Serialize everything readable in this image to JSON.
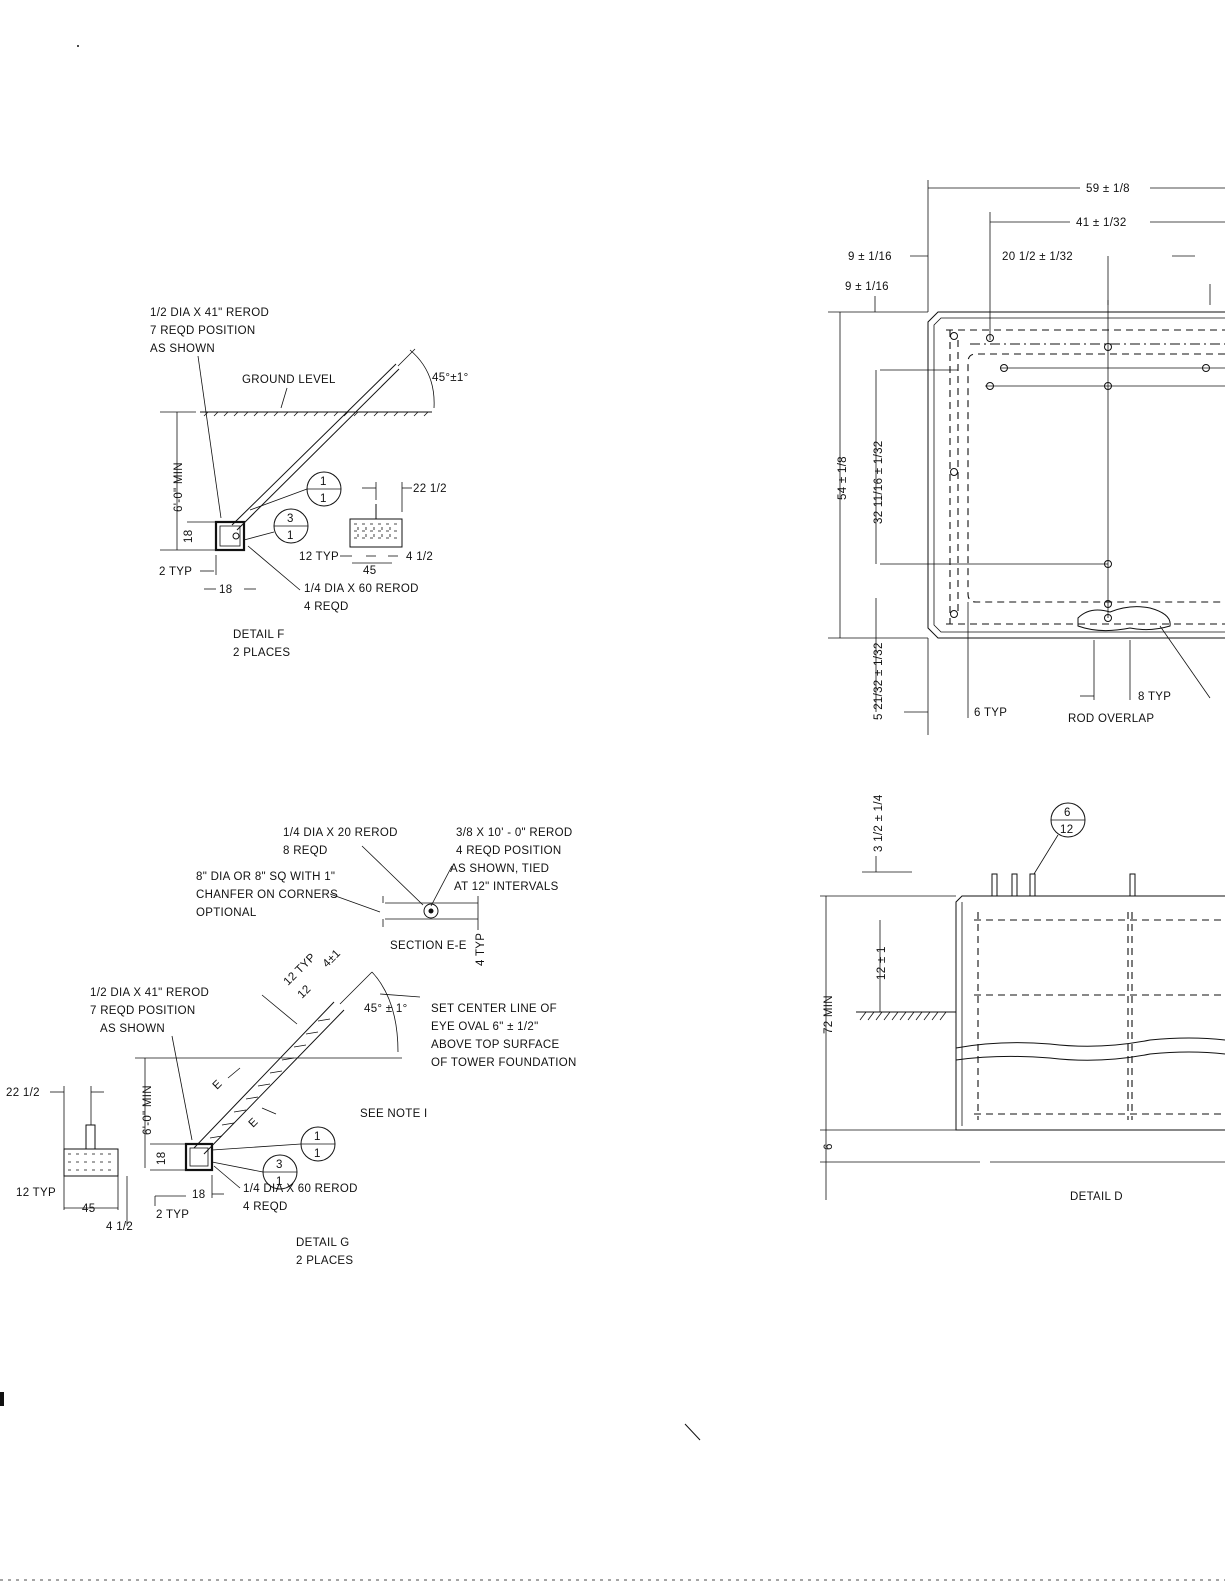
{
  "detail_f": {
    "rerod_note_1": "1/2 DIA X 41\" REROD",
    "rerod_note_2": "7 REQD POSITION",
    "rerod_note_3": "AS SHOWN",
    "ground_level": "GROUND LEVEL",
    "angle": "45°±1°",
    "depth": "6'-0\" MIN",
    "block_dim": "18",
    "bubble_1_top": "1",
    "bubble_1_bottom": "1",
    "bubble_2_top": "3",
    "bubble_2_bottom": "1",
    "dim_22": "22 1/2",
    "dim_12_typ": "12 TYP",
    "dim_4_half": "4 1/2",
    "dim_45": "45",
    "dim_2_typ": "2 TYP",
    "dim_18": "18",
    "rerod2_1": "1/4 DIA X 60 REROD",
    "rerod2_2": "4 REQD",
    "title": "DETAIL F",
    "places": "2 PLACES"
  },
  "detail_g": {
    "rerod_a_1": "1/4 DIA X 20 REROD",
    "rerod_a_2": "8 REQD",
    "rerod_b_1": "3/8 X 10' - 0\" REROD",
    "rerod_b_2": "4 REQD POSITION",
    "rerod_b_3": "AS SHOWN, TIED",
    "rerod_b_4": "AT 12\" INTERVALS",
    "chamfer_1": "8\" DIA OR 8\" SQ WITH 1\"",
    "chamfer_2": "CHANFER ON CORNERS",
    "chamfer_3": "OPTIONAL",
    "section": "SECTION E-E",
    "typ_4": "4 TYP",
    "typ_12": "12 TYP",
    "dim_12": "12",
    "dim_4pm1": "4±1",
    "rerod_c_1": "1/2 DIA X 41\" REROD",
    "rerod_c_2": "7 REQD POSITION",
    "rerod_c_3": "AS SHOWN",
    "angle": "45° ± 1°",
    "note_1": "SET CENTER LINE OF",
    "note_2": "EYE OVAL 6\" ± 1/2\"",
    "note_3": "ABOVE TOP SURFACE",
    "note_4": "OF TOWER FOUNDATION",
    "depth": "6'-0\" MIN",
    "see_note": "SEE NOTE I",
    "sec_mark": "E",
    "dim_22": "22 1/2",
    "dim_12_typ": "12 TYP",
    "dim_45": "45",
    "dim_4_half": "4 1/2",
    "dim_2_typ": "2 TYP",
    "dim_18a": "18",
    "dim_18b": "18",
    "bubble_1_top": "1",
    "bubble_1_bottom": "1",
    "bubble_2_top": "3",
    "bubble_2_bottom": "1",
    "rerod_d_1": "1/4 DIA X 60 REROD",
    "rerod_d_2": "4 REQD",
    "title": "DETAIL G",
    "places": "2 PLACES"
  },
  "detail_d": {
    "dim_59": "59 ± 1/8",
    "dim_41": "41 ± 1/32",
    "dim_9a": "9 ± 1/16",
    "dim_9b": "9 ± 1/16",
    "dim_20": "20 1/2 ± 1/32",
    "dim_54": "54 ± 1/8",
    "dim_32": "32 11/16 ± 1/32",
    "dim_5": "5 21/32 ± 1/32",
    "dim_6_typ": "6 TYP",
    "dim_8_typ": "8 TYP",
    "rod_overlap": "ROD OVERLAP",
    "dim_3_half": "3 1/2 ± 1/4",
    "bubble_top": "6",
    "bubble_bottom": "12",
    "dim_12pm1": "12 ± 1",
    "dim_72": "72 MIN",
    "dim_6": "6",
    "title": "DETAIL D"
  }
}
